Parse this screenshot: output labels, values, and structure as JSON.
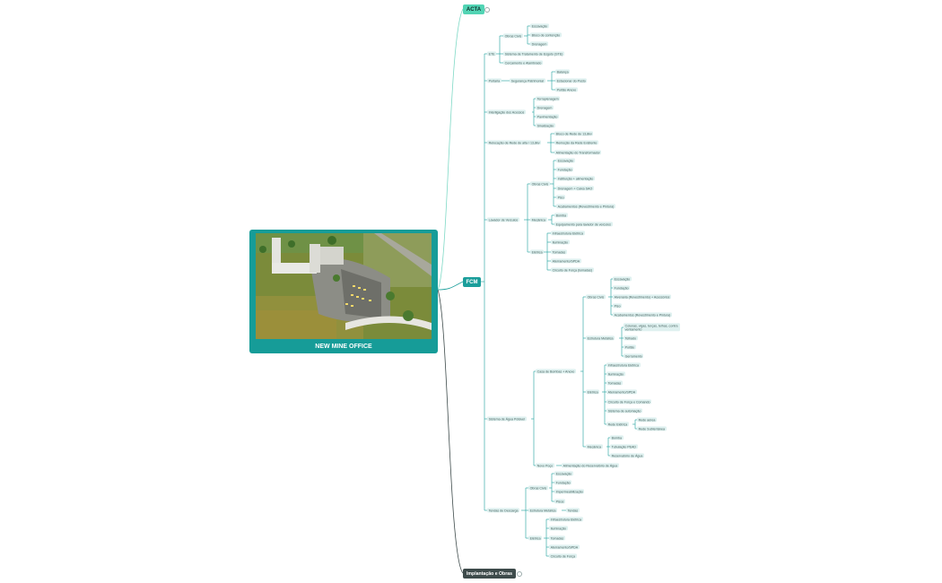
{
  "colors": {
    "link": "#1b9e9b",
    "node_bg": "#dff1f0",
    "acta": "#52d4b4",
    "fcm": "#1b9e9b",
    "impl": "#3e4b4b"
  },
  "card": {
    "title": "NEW MINE OFFICE"
  },
  "roots": {
    "acta": "ACTA",
    "fcm": "FCM",
    "impl": "Implantação e Obras"
  },
  "fcm": {
    "ete": {
      "label": "ETE",
      "obras": {
        "label": "Obras Civis",
        "items": [
          "Escavação",
          "Bloco de contenção",
          "Drenagem"
        ]
      },
      "stard": "Sistema de Tratamento de Esgoto (STE)",
      "cerc": "Cercamento e Alambrado"
    },
    "portaria": {
      "label": "Portaria",
      "seg": {
        "label": "Segurança Patrimonial",
        "items": [
          "Balança",
          "Estacionar do Posto",
          "Portão Anexo"
        ]
      }
    },
    "interl": {
      "label": "Interligação dos Acessos",
      "items": [
        "Terraplenagem",
        "Drenagem",
        "Pavimentação",
        "Sinalização"
      ]
    },
    "reloc": {
      "label": "Relocação de Rede de alta / 13,8kv",
      "items": [
        "Bloco de Rede de 13,8kv",
        "Remoção da Rede Existente",
        "Alimentação do Transformador"
      ]
    },
    "lavador": {
      "label": "Lavador de Veículos",
      "obras": {
        "label": "Obras Civis",
        "items": [
          "Escavação",
          "Fundação",
          "Instituição + alimentação",
          "Drenagem + Caixa SAO",
          "Piso",
          "Acabamentos (Revestimento e Pintura)"
        ]
      },
      "mec": {
        "label": "Mecânica",
        "items": [
          "Bomba",
          "Equipamento para lavador de veículos"
        ]
      },
      "elet": {
        "label": "Elétrica",
        "items": [
          "Infraestrutura Elétrica",
          "Iluminação",
          "Tomadas",
          "Aterramento/SPDA",
          "Circuito de Força (tomadas)"
        ]
      }
    },
    "sistema": {
      "label": "Sistema de Água Potável",
      "casa": {
        "label": "Casa de Bombas + Anexo",
        "obras": {
          "label": "Obras Civis",
          "items": [
            "Escavação",
            "Fundação",
            "Alvenaria (Revestimento) + Acessórios",
            "Piso",
            "Acabamentos (Revestimento e Pintura)"
          ]
        },
        "estr": {
          "label": "Estrutura Metálica",
          "items": [
            "Colunas, vigas, terças, telhas, contra ventamento",
            "Telhado",
            "Portão",
            "Gerramento"
          ]
        },
        "elet": {
          "label": "Elétrica",
          "items": [
            "Infraestrutura Elétrica",
            "Iluminação",
            "Tomadas",
            "Aterramento/SPDA",
            "Circuito de Força e Comando",
            "Sistema de automação"
          ]
        },
        "rede": {
          "label": "Rede Elétrica",
          "items": [
            "Rede aérea",
            "Rede Subterrânea"
          ]
        },
        "mec": {
          "label": "Mecânica",
          "items": [
            "Bomba",
            "Tubulação PEAD",
            "Reservatório de Água"
          ]
        }
      },
      "novo": {
        "label": "Novo Poço",
        "items": [
          "Alimentação do Reservatório de Água"
        ]
      }
    },
    "tendas": {
      "label": "Tendas de Descarga",
      "obras": {
        "label": "Obras Civis",
        "items": [
          "Escavação",
          "Fundação",
          "Impermeabilização",
          "Pisos"
        ]
      },
      "estr": {
        "label": "Estrutura Metálica",
        "items": [
          "Tendas"
        ]
      },
      "elet": {
        "label": "Elétrica",
        "items": [
          "Infraestrutura Elétrica",
          "Iluminação",
          "Tomadas",
          "Aterramento/SPDA",
          "Circuito de Força"
        ]
      }
    }
  }
}
